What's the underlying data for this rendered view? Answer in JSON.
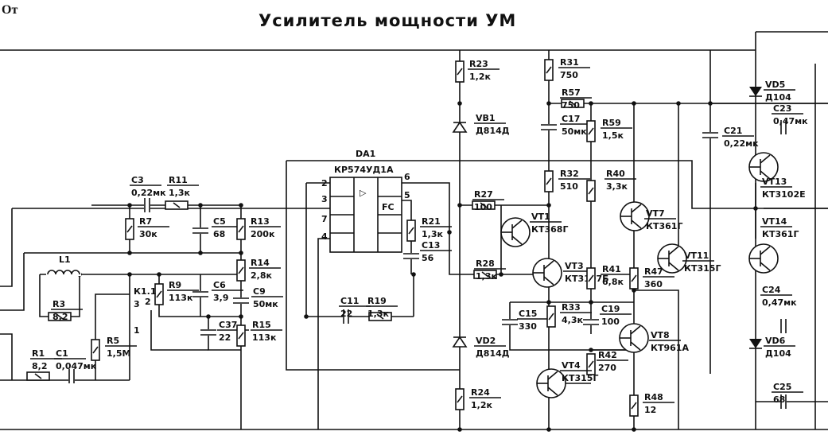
{
  "header": {
    "title": "Усилитель мощности УМ",
    "corner_text": "От"
  },
  "colors": {
    "ink": "#111111",
    "paper": "#ffffff"
  },
  "chip": {
    "name": "DA1",
    "type": "КР574УД1А",
    "pins": [
      "2",
      "3",
      "7",
      "4",
      "6",
      "5"
    ],
    "fc_label": "FC",
    "amp_symbol": "▷"
  },
  "switch": {
    "name": "К1.1",
    "pin_a": "3",
    "pin_b": "2",
    "pin_c": "1"
  },
  "components": {
    "C3": {
      "name": "C3",
      "value": "0,22мк"
    },
    "R11": {
      "name": "R11",
      "value": "1,3к"
    },
    "R7": {
      "name": "R7",
      "value": "30к"
    },
    "C5": {
      "name": "C5",
      "value": "68"
    },
    "R13": {
      "name": "R13",
      "value": "200к"
    },
    "R14": {
      "name": "R14",
      "value": "2,8к"
    },
    "C9": {
      "name": "C9",
      "value": "50мк"
    },
    "C6": {
      "name": "C6",
      "value": "3,9"
    },
    "R9": {
      "name": "R9",
      "value": "113к"
    },
    "C37": {
      "name": "C37",
      "value": "22"
    },
    "R15": {
      "name": "R15",
      "value": "113к"
    },
    "L1": {
      "name": "L1",
      "value": ""
    },
    "R3": {
      "name": "R3",
      "value": "8,2"
    },
    "R5": {
      "name": "R5",
      "value": "1,5М"
    },
    "R1": {
      "name": "R1",
      "value": "8,2"
    },
    "C1": {
      "name": "C1",
      "value": "0,047мк"
    },
    "R21": {
      "name": "R21",
      "value": "1,3к"
    },
    "C13": {
      "name": "C13",
      "value": "56"
    },
    "C11": {
      "name": "C11",
      "value": "22"
    },
    "R19": {
      "name": "R19",
      "value": "1,3к"
    },
    "R23": {
      "name": "R23",
      "value": "1,2к"
    },
    "VD1": {
      "name": "VB1",
      "value": "Д814Д"
    },
    "VD2": {
      "name": "VD2",
      "value": "Д814Д"
    },
    "R24": {
      "name": "R24",
      "value": "1,2к"
    },
    "R27": {
      "name": "R27",
      "value": "100"
    },
    "R28": {
      "name": "R28",
      "value": "1,3к"
    },
    "VT1": {
      "name": "VT1",
      "value": "КТ368Г"
    },
    "VT3": {
      "name": "VT3",
      "value": "КТ3107Б"
    },
    "R31": {
      "name": "R31",
      "value": "750"
    },
    "R57": {
      "name": "R57",
      "value": "750"
    },
    "C17": {
      "name": "C17",
      "value": "50мк"
    },
    "R59": {
      "name": "R59",
      "value": "1,5к"
    },
    "R32": {
      "name": "R32",
      "value": "510"
    },
    "R40": {
      "name": "R40",
      "value": "3,3к"
    },
    "VT7": {
      "name": "VT7",
      "value": "КТ361Г"
    },
    "VT11": {
      "name": "VT11",
      "value": "КТ315Г"
    },
    "R41": {
      "name": "R41",
      "value": "6,8к"
    },
    "R47": {
      "name": "R47",
      "value": "360"
    },
    "C15": {
      "name": "C15",
      "value": "330"
    },
    "R33": {
      "name": "R33",
      "value": "4,3к"
    },
    "C19": {
      "name": "C19",
      "value": "100"
    },
    "VT8": {
      "name": "VT8",
      "value": "КТ961А"
    },
    "R42": {
      "name": "R42",
      "value": "270"
    },
    "VT4": {
      "name": "VT4",
      "value": "КТ315Г"
    },
    "R48": {
      "name": "R48",
      "value": "12"
    },
    "C21": {
      "name": "C21",
      "value": "0,22мк"
    },
    "VD5": {
      "name": "VD5",
      "value": "Д104"
    },
    "C23": {
      "name": "C23",
      "value": "0,47мк"
    },
    "VT13": {
      "name": "VT13",
      "value": "КТ3102Е"
    },
    "VT14": {
      "name": "VT14",
      "value": "КТ361Г"
    },
    "C24": {
      "name": "C24",
      "value": "0,47мк"
    },
    "VD6": {
      "name": "VD6",
      "value": "Д104"
    },
    "C25": {
      "name": "C25",
      "value": "68"
    }
  }
}
